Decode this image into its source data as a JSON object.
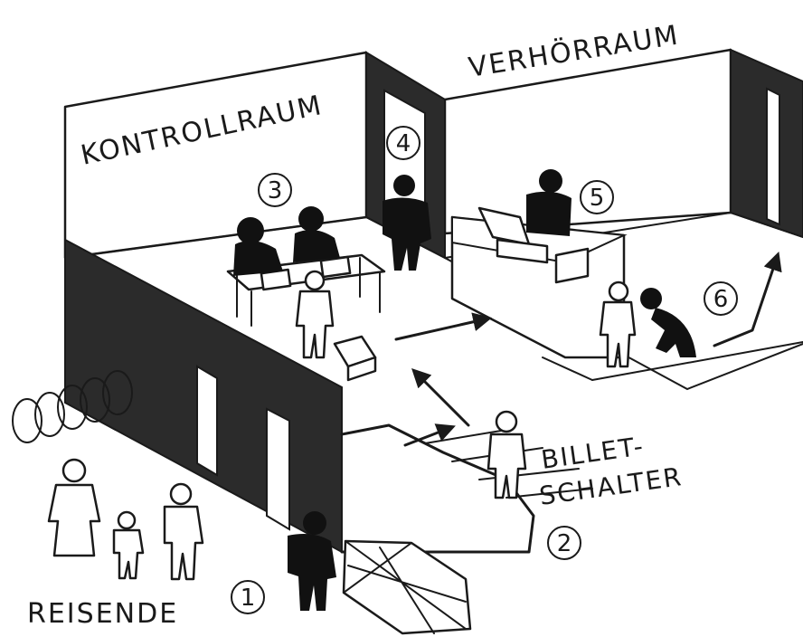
{
  "labels": {
    "kontrollraum": "KONTROLLRAUM",
    "verhoerraum": "VERHÖRRAUM",
    "billet": "BILLET-",
    "schalter": "SCHALTER",
    "reisende": "REISENDE"
  },
  "markers": [
    "1",
    "2",
    "3",
    "4",
    "5",
    "6"
  ]
}
